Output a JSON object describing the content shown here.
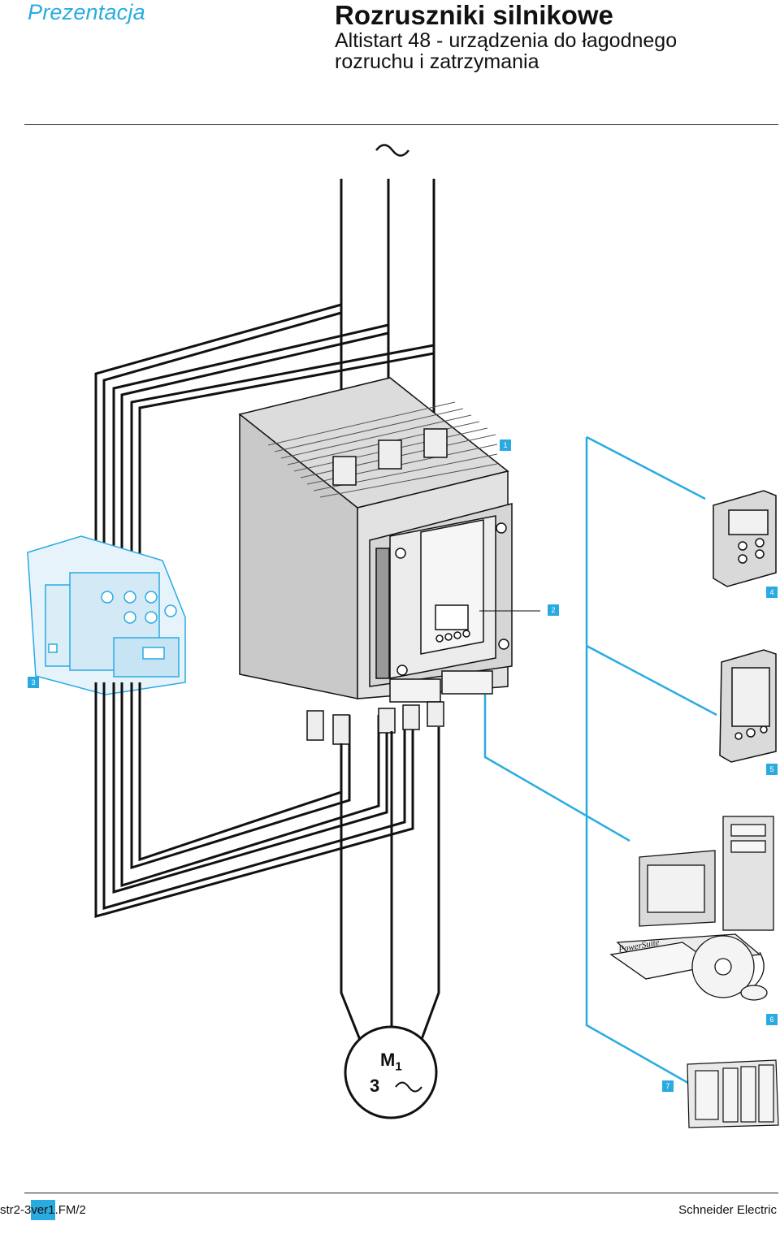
{
  "header": {
    "section": "Prezentacja",
    "title": "Rozruszniki silnikowe",
    "subtitle": "Altistart 48 - urządzenia do łagodnego rozruchu i zatrzymania"
  },
  "diagram": {
    "badges": {
      "b1": "1",
      "b2": "2",
      "b3": "3",
      "b4": "4",
      "b5": "5",
      "b6": "6",
      "b7": "7"
    },
    "motor": {
      "name": "M",
      "subscript": "1",
      "phases": "3"
    },
    "software_box": "PowerSuite"
  },
  "footer": {
    "file_prefix": "str2-3",
    "file_highlight": "ver1",
    "file_suffix": ".FM/2",
    "brand": "Schneider Electric"
  },
  "colors": {
    "accent": "#29abe2",
    "line": "#111111"
  }
}
